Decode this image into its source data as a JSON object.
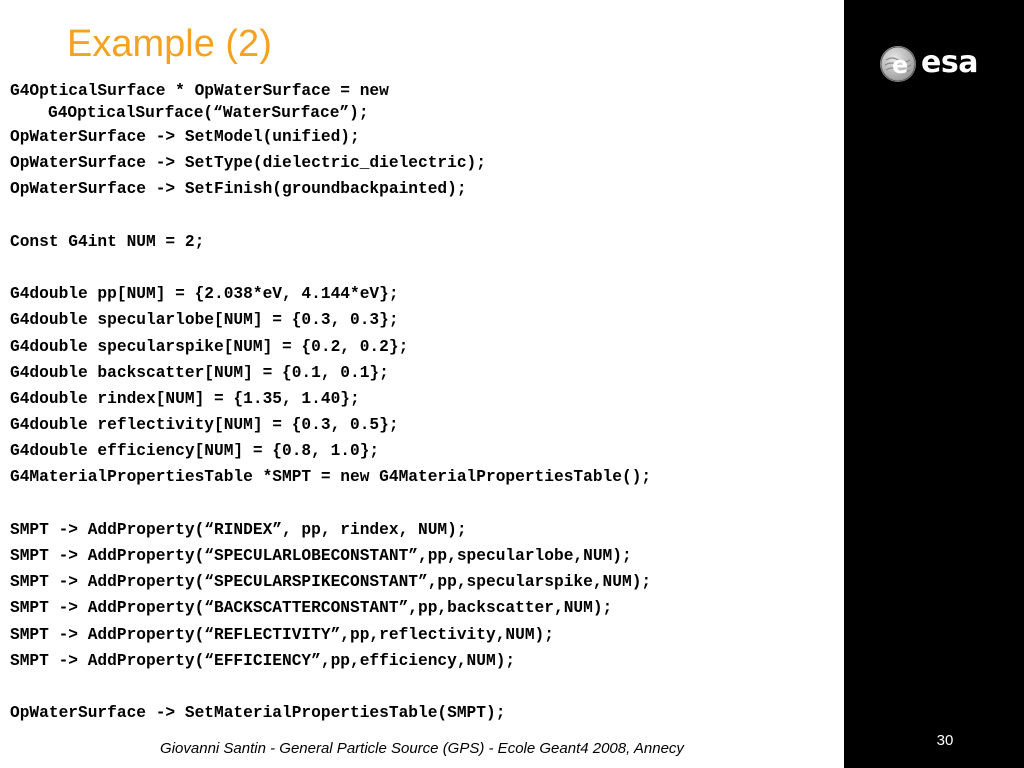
{
  "slide": {
    "title": "Example (2)",
    "logo_text": "esa",
    "code_lines": [
      "G4OpticalSurface * OpWaterSurface = new",
      "G4OpticalSurface(“WaterSurface”);",
      "OpWaterSurface -> SetModel(unified);",
      "OpWaterSurface -> SetType(dielectric_dielectric);",
      "OpWaterSurface -> SetFinish(groundbackpainted);",
      "",
      "Const G4int NUM = 2;",
      "",
      "G4double pp[NUM] = {2.038*eV, 4.144*eV};",
      "G4double specularlobe[NUM] = {0.3, 0.3};",
      "G4double specularspike[NUM] = {0.2, 0.2};",
      "G4double backscatter[NUM] = {0.1, 0.1};",
      "G4double rindex[NUM] = {1.35, 1.40};",
      "G4double reflectivity[NUM] = {0.3, 0.5};",
      "G4double efficiency[NUM] = {0.8, 1.0};",
      "G4MaterialPropertiesTable *SMPT = new G4MaterialPropertiesTable();",
      "",
      "SMPT -> AddProperty(“RINDEX”, pp, rindex, NUM);",
      "SMPT -> AddProperty(“SPECULARLOBECONSTANT”,pp,specularlobe,NUM);",
      "SMPT -> AddProperty(“SPECULARSPIKECONSTANT”,pp,specularspike,NUM);",
      "SMPT -> AddProperty(“BACKSCATTERCONSTANT”,pp,backscatter,NUM);",
      "SMPT -> AddProperty(“REFLECTIVITY”,pp,reflectivity,NUM);",
      "SMPT -> AddProperty(“EFFICIENCY”,pp,efficiency,NUM);",
      "",
      "OpWaterSurface -> SetMaterialPropertiesTable(SMPT);"
    ],
    "footer": "Giovanni Santin  -  General Particle Source (GPS)  -  Ecole Geant4 2008, Annecy",
    "page_number": "30"
  },
  "colors": {
    "title": "#f4a21f",
    "side_panel": "#000000",
    "background": "#ffffff"
  },
  "icons": {
    "logo": "esa-logo-icon"
  }
}
